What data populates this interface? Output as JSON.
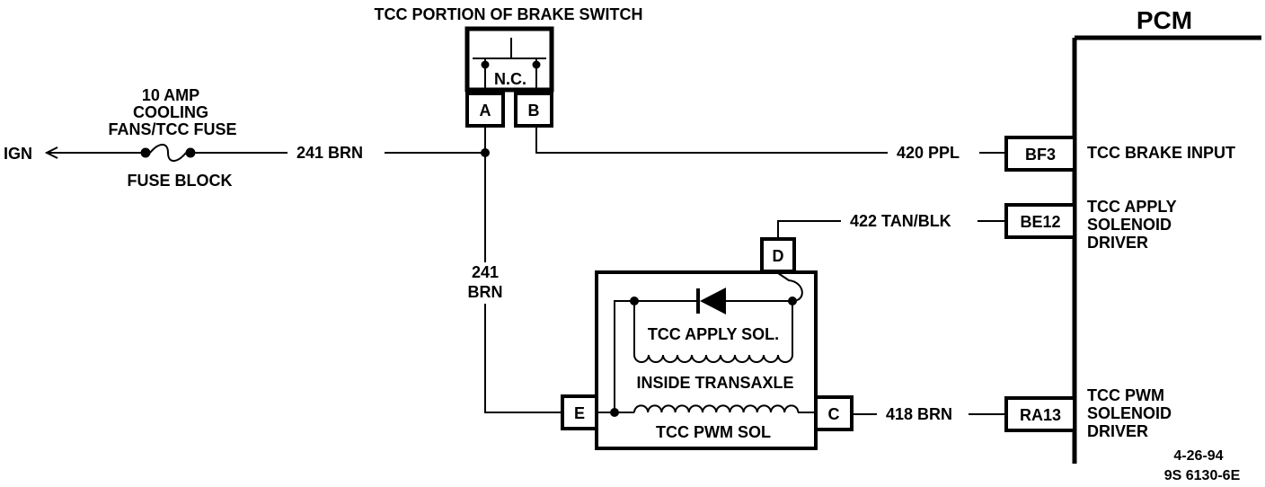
{
  "colors": {
    "ink": "#000000",
    "paper": "#ffffff"
  },
  "switch": {
    "title": "TCC PORTION OF BRAKE SWITCH",
    "contact_label": "N.C.",
    "terminal_a": "A",
    "terminal_b": "B"
  },
  "fuse": {
    "line1": "10 AMP",
    "line2": "COOLING",
    "line3": "FANS/TCC FUSE",
    "block_label": "FUSE BLOCK"
  },
  "ign_label": "IGN",
  "wires": {
    "w241": "241 BRN",
    "w241_vertical_line1": "241",
    "w241_vertical_line2": "BRN",
    "w420": "420 PPL",
    "w422": "422 TAN/BLK",
    "w418": "418 BRN"
  },
  "pcm": {
    "title": "PCM",
    "bf3": {
      "pin": "BF3",
      "label": "TCC BRAKE INPUT"
    },
    "be12": {
      "pin": "BE12",
      "line1": "TCC APPLY",
      "line2": "SOLENOID",
      "line3": "DRIVER"
    },
    "ra13": {
      "pin": "RA13",
      "line1": "TCC PWM",
      "line2": "SOLENOID",
      "line3": "DRIVER"
    }
  },
  "transaxle": {
    "terminal_d": "D",
    "terminal_e": "E",
    "terminal_c": "C",
    "apply_sol": "TCC APPLY SOL.",
    "inside": "INSIDE TRANSAXLE",
    "pwm_sol": "TCC PWM SOL"
  },
  "footer": {
    "date": "4-26-94",
    "code": "9S 6130-6E"
  }
}
